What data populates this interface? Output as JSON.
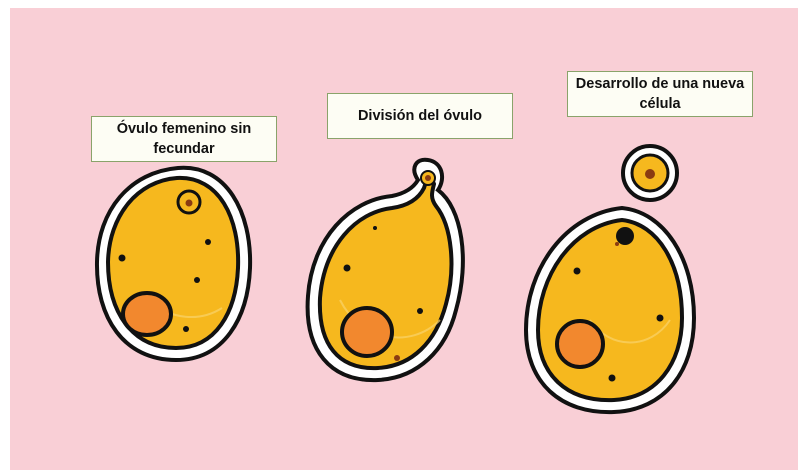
{
  "stages": [
    {
      "label": "Óvulo femenino sin fecundar"
    },
    {
      "label": "División del óvulo"
    },
    {
      "label": "Desarrollo de una nueva célula"
    }
  ],
  "colors": {
    "background": "#f9cfd6",
    "cytoplasm": "#f6b81e",
    "nucleus": "#f2882e",
    "outline": "#111111",
    "membrane_gap": "#ffffff",
    "label_border": "#8aa36a"
  }
}
